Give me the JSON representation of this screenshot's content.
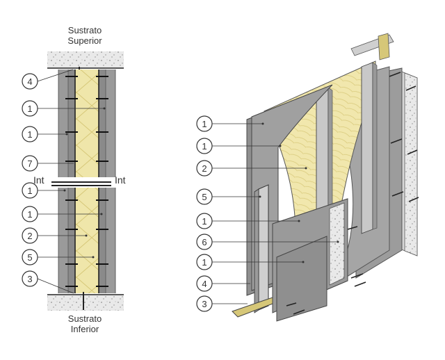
{
  "section": {
    "top_label": [
      "Sustrato",
      "Superior"
    ],
    "bottom_label": [
      "Sustrato",
      "Inferior"
    ],
    "int_left": "Int",
    "int_right": "Int",
    "callouts": [
      "4",
      "1",
      "1",
      "7",
      "1",
      "1",
      "2",
      "5",
      "3"
    ]
  },
  "perspective": {
    "callouts": [
      "1",
      "1",
      "2",
      "5",
      "1",
      "6",
      "1",
      "4",
      "3"
    ]
  },
  "colors": {
    "board": "#9a9a9a",
    "board_dark": "#7c7c7c",
    "insulation": "#ede3a5",
    "insulation_line": "#cfbf6a",
    "stud": "#c8c8c8",
    "track": "#cfc47a",
    "concrete": "#e6e6e6"
  }
}
